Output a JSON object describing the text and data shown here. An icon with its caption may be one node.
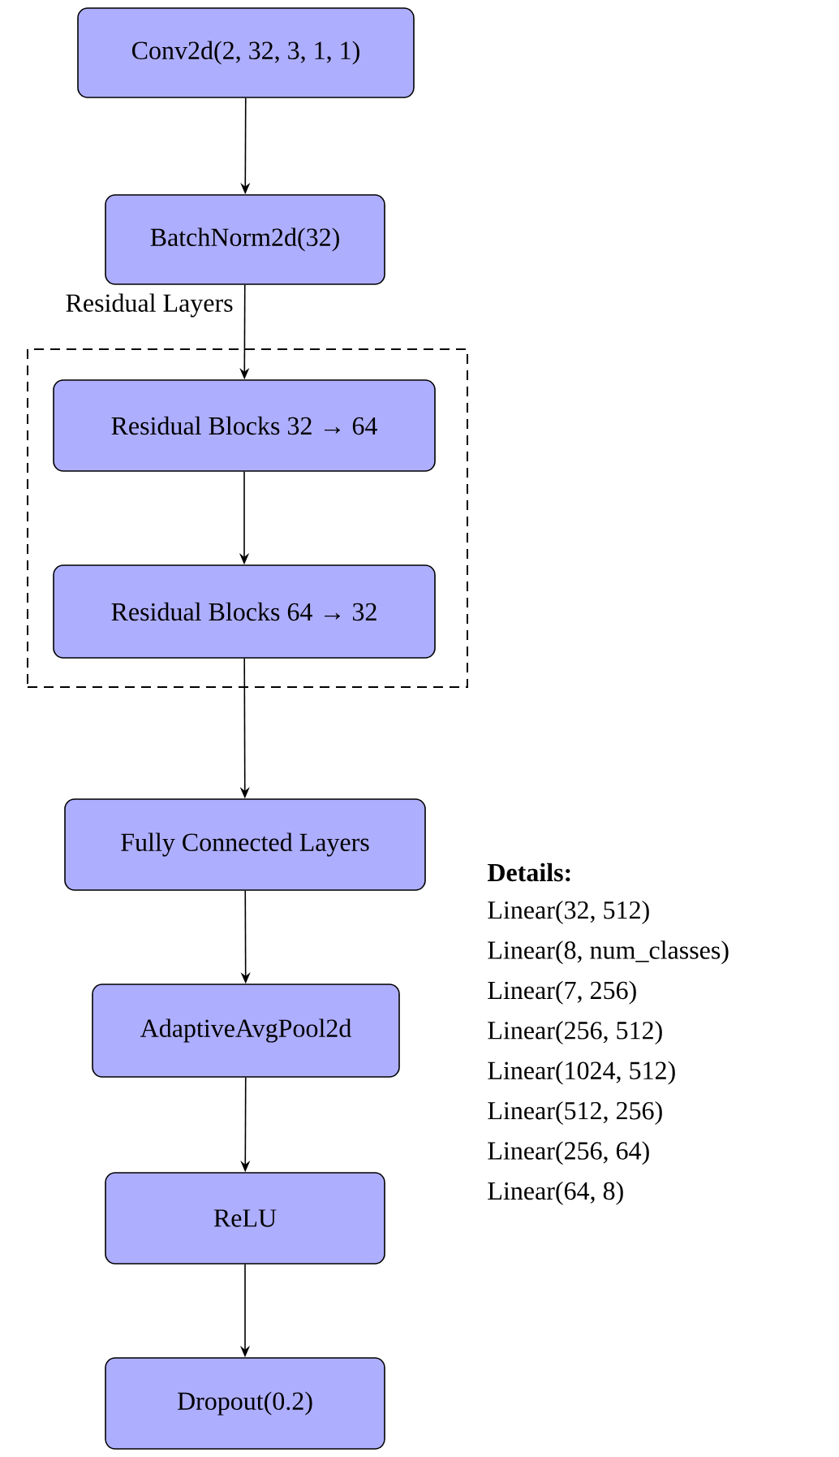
{
  "diagram": {
    "nodes": [
      {
        "text": [
          "Conv2d(2, 32, 3, 1, 1)"
        ]
      },
      {
        "text": [
          "BatchNorm2d(32)"
        ]
      },
      {
        "text": [
          "Residual Layers"
        ]
      },
      {
        "text": [
          "Residual Blocks 32 → 64"
        ],
        "in": 2
      },
      {
        "text": [
          "Residual Blocks 64 → 32"
        ],
        "in": 2
      },
      {
        "text": [
          "Fully Connected Layers"
        ]
      },
      {
        "text": [
          "AdaptiveAvgPool2d"
        ]
      },
      {
        "text": [
          "ReLU"
        ]
      },
      {
        "text": [
          "Dropout(0.2)"
        ]
      }
    ],
    "edges": [
      {
        "from": 0,
        "to": 1,
        "arrow": "to"
      },
      {
        "from": 1,
        "to": 3,
        "arrow": "to"
      },
      {
        "from": 3,
        "to": 4,
        "arrow": "to"
      },
      {
        "from": 4,
        "to": 5,
        "arrow": "to"
      },
      {
        "from": 5,
        "to": 6,
        "arrow": "to"
      },
      {
        "from": 6,
        "to": 7,
        "arrow": "to"
      },
      {
        "from": 7,
        "to": 8,
        "arrow": "to"
      }
    ],
    "labels": [
      "Details:",
      "Linear(32, 512)",
      "Linear(8, num_classes)",
      "Linear(7, 256)",
      "Linear(256, 512)",
      "Linear(1024, 512)",
      "Linear(512, 256)",
      "Linear(256, 64)",
      "Linear(64, 8)"
    ]
  }
}
